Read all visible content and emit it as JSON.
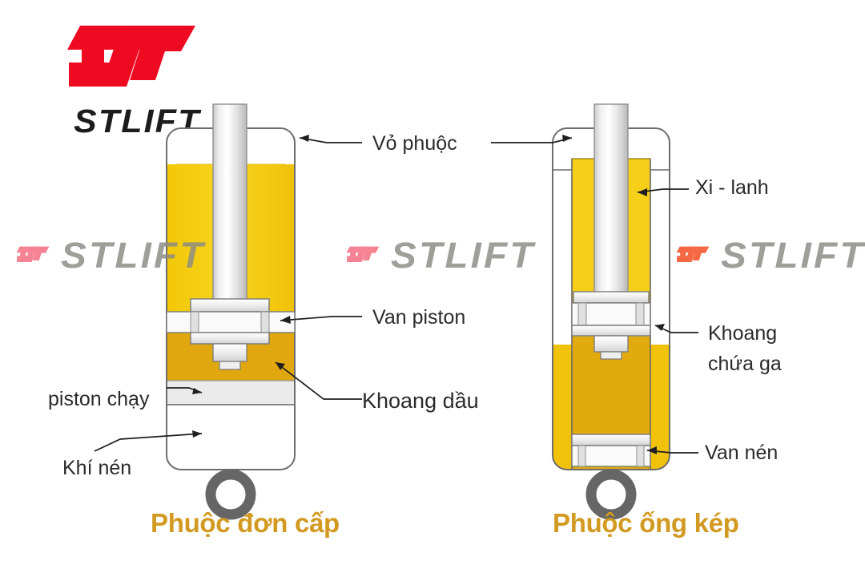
{
  "brand": {
    "logo_mark": "stlift-logo-mark",
    "wordmark": "STLIFT"
  },
  "watermark": {
    "text": "STLIFT",
    "mark": "stlift-logo-mark",
    "repeats": 3,
    "color": "#8a8a85",
    "accent_color": "#f4687c"
  },
  "colors": {
    "oil_light": "#f5cf18",
    "oil_dark": "#e0a80e",
    "metal_light": "#f2f2f2",
    "metal_mid": "#d8d8d8",
    "outline": "#555555",
    "caption": "#d29a21",
    "logo_red": "#ee0a21"
  },
  "diagrams": [
    {
      "id": "single-tube-shock",
      "caption": "Phuộc đơn cấp",
      "labels": [
        {
          "id": "vo-phuoc",
          "text": "Vỏ phuộc"
        },
        {
          "id": "van-piston",
          "text": "Van piston"
        },
        {
          "id": "khoang-dau",
          "text": "Khoang dầu"
        },
        {
          "id": "piston-chay",
          "text": "piston chạy"
        },
        {
          "id": "khi-nen",
          "text": "Khí nén"
        }
      ],
      "parts": [
        "shock-body-outer-tube",
        "piston-rod",
        "oil-fill-upper",
        "piston-valve-assembly",
        "oil-chamber-lower",
        "floating-piston",
        "gas-chamber",
        "mounting-eyelet"
      ]
    },
    {
      "id": "twin-tube-shock",
      "caption": "Phuộc ống kép",
      "labels": [
        {
          "id": "vo-phuoc",
          "text": "Vỏ phuộc"
        },
        {
          "id": "xi-lanh",
          "text": "Xi - lanh"
        },
        {
          "id": "khoang-chua-ga-line1",
          "text": "Khoang"
        },
        {
          "id": "khoang-chua-ga-line2",
          "text": "chứa ga"
        },
        {
          "id": "van-nen",
          "text": "Van nén"
        }
      ],
      "parts": [
        "shock-body-outer-tube",
        "inner-cylinder",
        "piston-rod",
        "oil-fill",
        "piston-valve-assembly",
        "reserve-chamber",
        "compression-valve",
        "mounting-eyelet"
      ]
    }
  ]
}
